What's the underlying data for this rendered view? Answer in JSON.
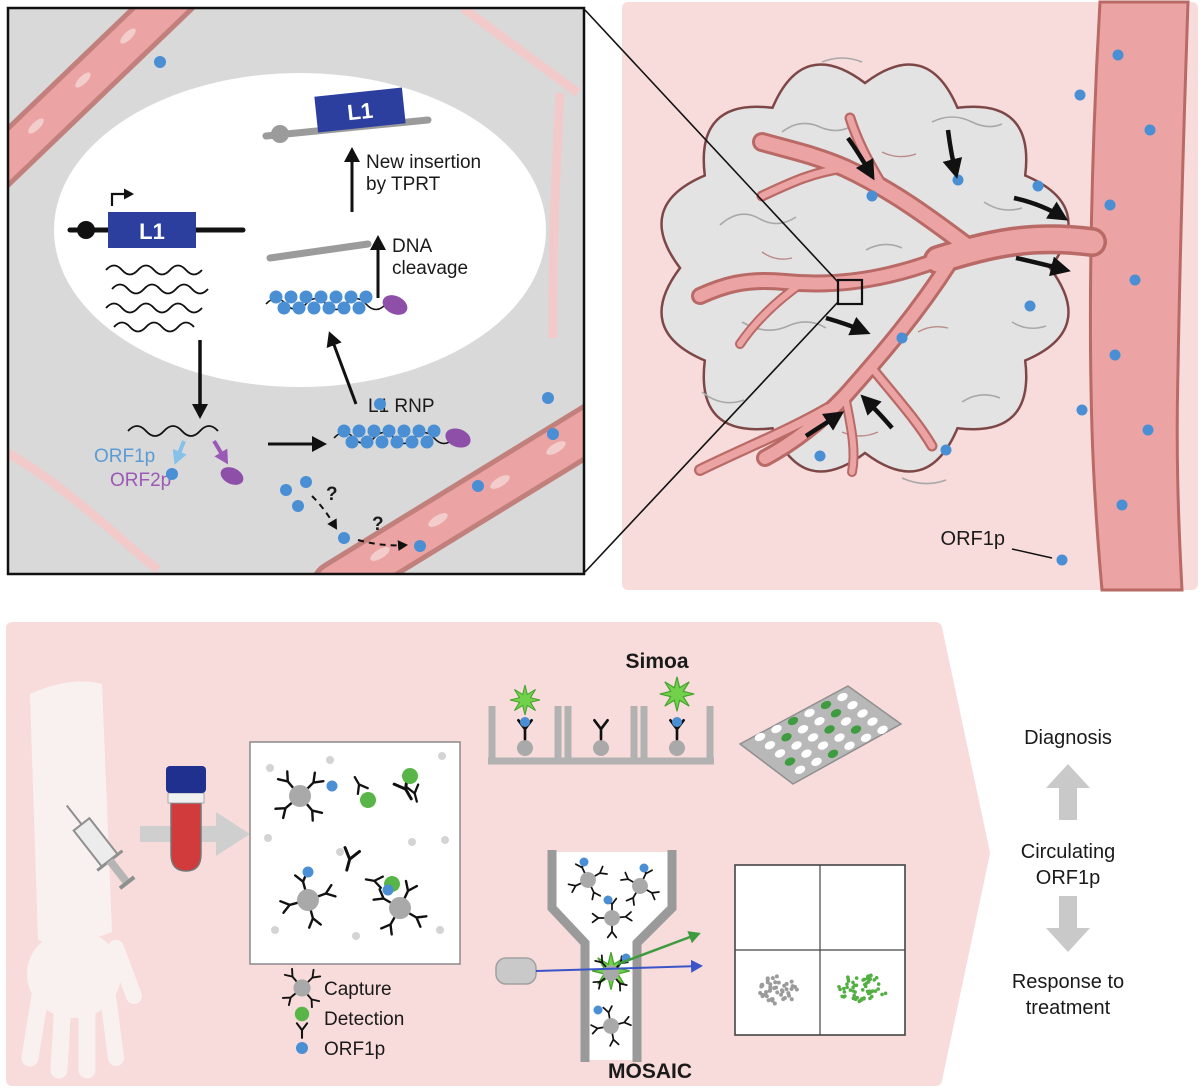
{
  "figure": {
    "inset": {
      "l1_gene_label": "L1",
      "l1_new_copy_label": "L1",
      "new_insertion_line1": "New insertion",
      "new_insertion_line2": "by TPRT",
      "dna_cleavage_line1": "DNA",
      "dna_cleavage_line2": "cleavage",
      "l1_rnp_label": "L1 RNP",
      "orf1p_label": "ORF1p",
      "orf2p_label": "ORF2p",
      "question_mark_1": "?",
      "question_mark_2": "?"
    },
    "tissue": {
      "orf1p_label": "ORF1p"
    },
    "assay": {
      "simoa_label": "Simoa",
      "mosaic_label": "MOSAIC",
      "legend": {
        "capture": "Capture",
        "detection": "Detection",
        "orf1p": "ORF1p"
      }
    },
    "outcomes": {
      "diagnosis": "Diagnosis",
      "circulating_line1": "Circulating",
      "circulating_line2": "ORF1p",
      "response_line1": "Response to",
      "response_line2": "treatment"
    }
  },
  "colors": {
    "background_pink": "#f8dcdb",
    "vessel_fill": "#eba3a3",
    "vessel_outline": "#b96a66",
    "cell_gray": "#d9d9d9",
    "l1_box_blue": "#2c3e9e",
    "orf1p_dot_blue": "#4a8fd4",
    "orf2p_purple": "#8e4fa8",
    "detection_green": "#58b648",
    "star_green": "#72d14b",
    "gray_arrow": "#c9c9c9",
    "blood_red": "#d23b3b",
    "tube_cap_blue": "#20308f"
  }
}
